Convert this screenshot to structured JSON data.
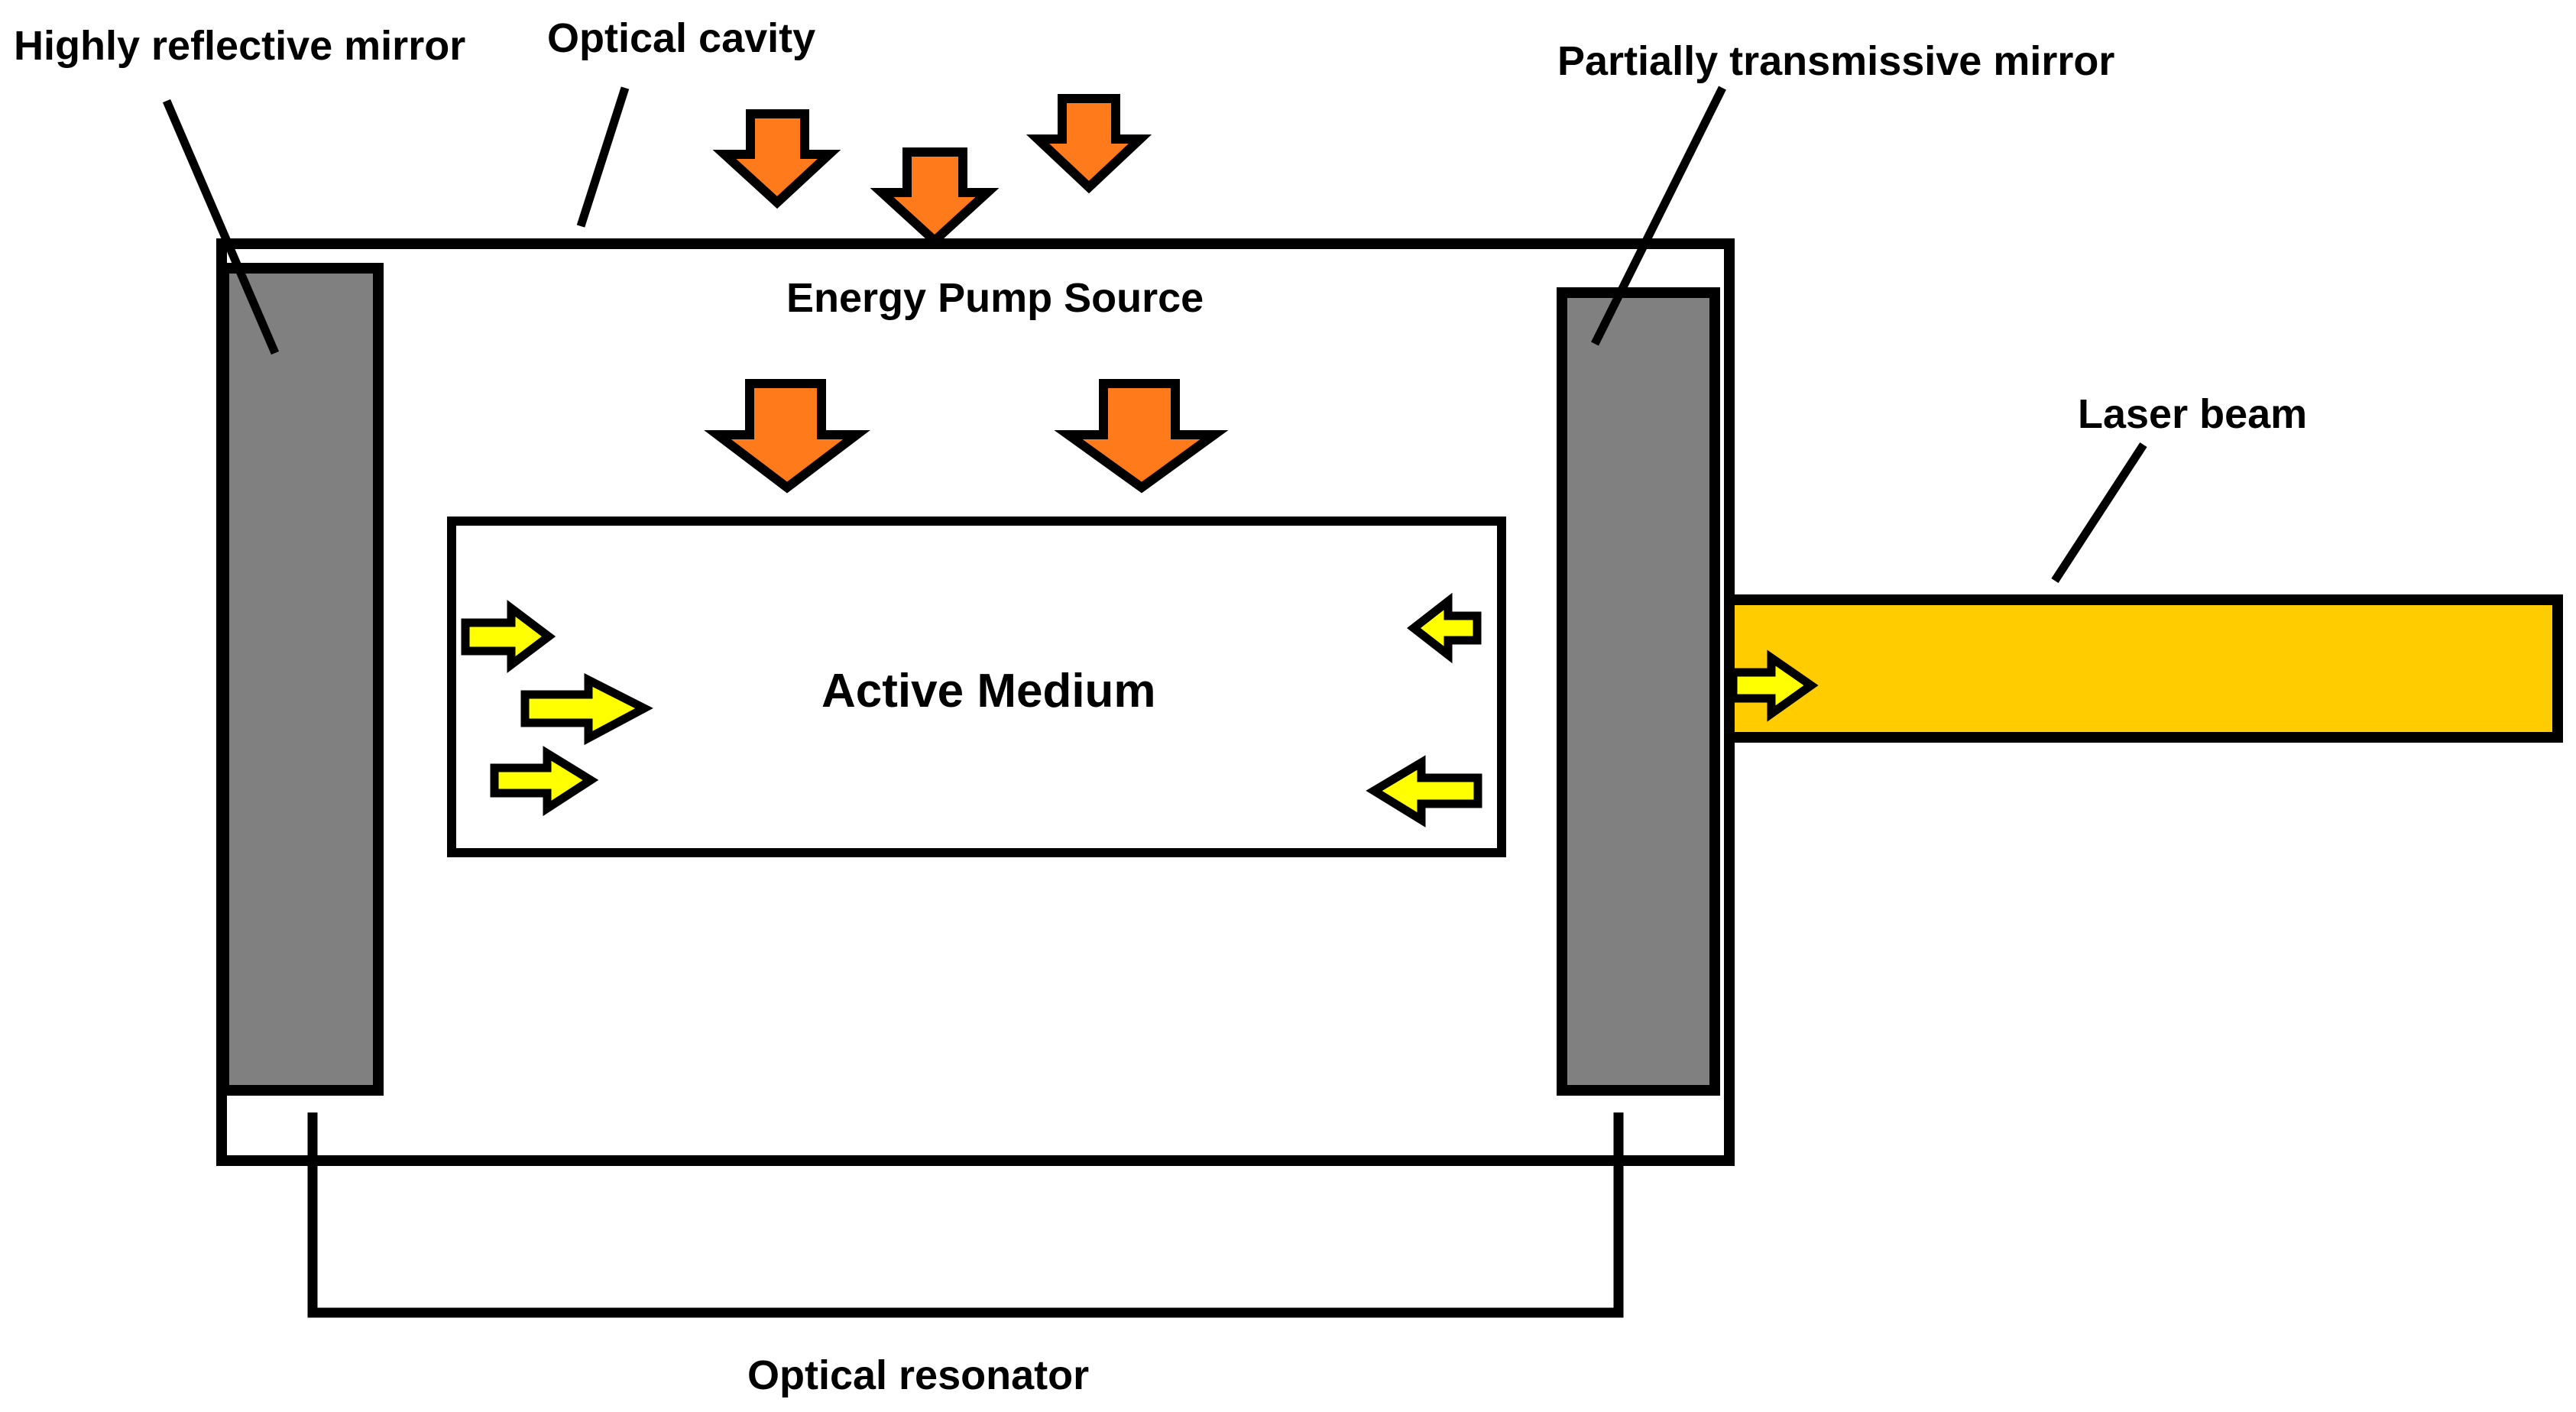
{
  "labels": {
    "highly_reflective_mirror": "Highly reflective mirror",
    "optical_cavity": "Optical cavity",
    "partially_transmissive_mirror": "Partially transmissive mirror",
    "energy_pump_source": "Energy Pump Source",
    "laser_beam": "Laser beam",
    "active_medium": "Active Medium",
    "optical_resonator": "Optical resonator"
  },
  "colors": {
    "outline": "#000000",
    "background": "#ffffff",
    "mirror_fill": "#808080",
    "pump_arrow": "#ff7a1a",
    "photon_arrow": "#ffff00",
    "laser_beam": "#ffcc00"
  },
  "icons": {
    "pump_arrow": "orange-down-arrow-icon",
    "photon_arrow": "yellow-horizontal-arrow-icon"
  }
}
